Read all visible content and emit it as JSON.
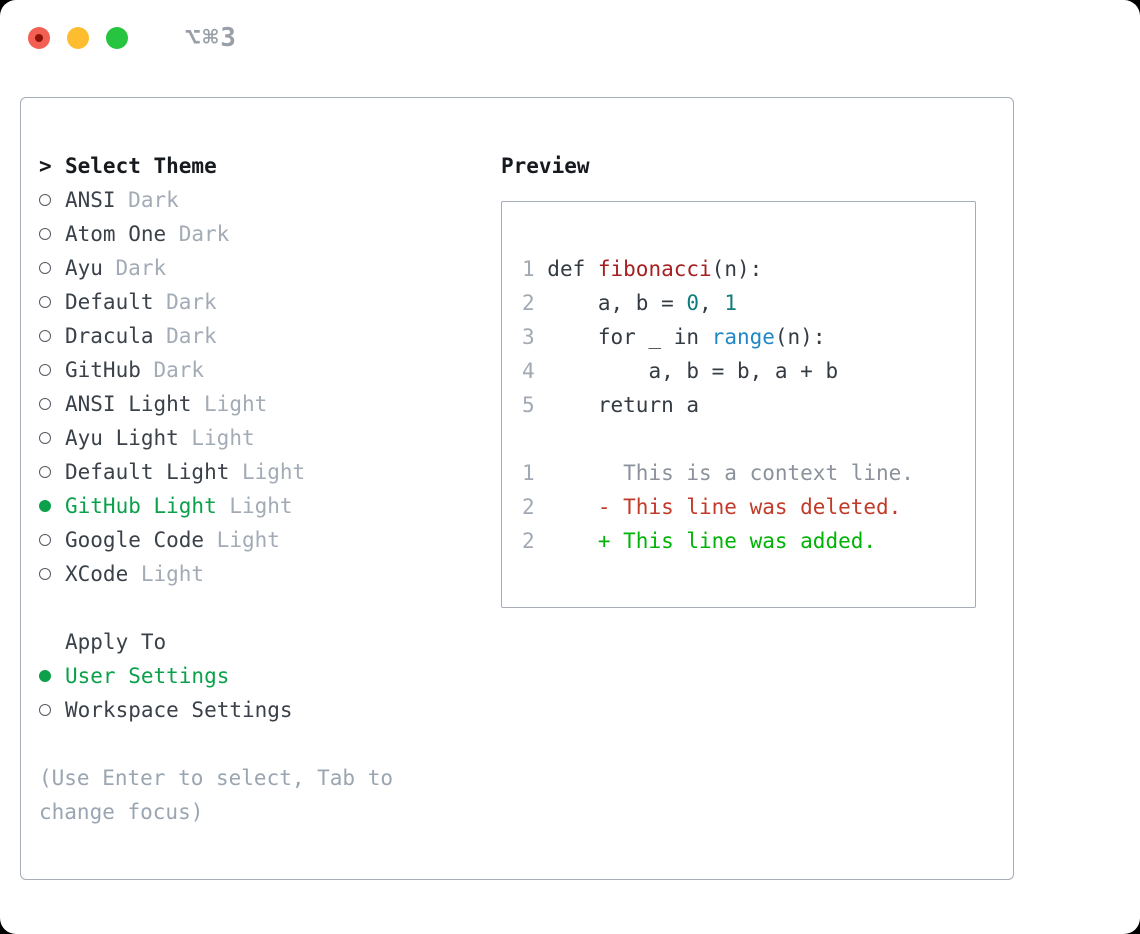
{
  "window": {
    "title": "⌥⌘3",
    "traffic_lights": [
      "close",
      "minimize",
      "zoom"
    ]
  },
  "theme_picker": {
    "prompt": ">",
    "title": "Select Theme",
    "items": [
      {
        "name": "ANSI",
        "variant": "Dark",
        "selected": false
      },
      {
        "name": "Atom One",
        "variant": "Dark",
        "selected": false
      },
      {
        "name": "Ayu",
        "variant": "Dark",
        "selected": false
      },
      {
        "name": "Default",
        "variant": "Dark",
        "selected": false
      },
      {
        "name": "Dracula",
        "variant": "Dark",
        "selected": false
      },
      {
        "name": "GitHub",
        "variant": "Dark",
        "selected": false
      },
      {
        "name": "ANSI Light",
        "variant": "Light",
        "selected": false
      },
      {
        "name": "Ayu Light",
        "variant": "Light",
        "selected": false
      },
      {
        "name": "Default Light",
        "variant": "Light",
        "selected": false
      },
      {
        "name": "GitHub Light",
        "variant": "Light",
        "selected": true
      },
      {
        "name": "Google Code",
        "variant": "Light",
        "selected": false
      },
      {
        "name": "XCode",
        "variant": "Light",
        "selected": false
      }
    ]
  },
  "apply_to": {
    "title": "Apply To",
    "options": [
      {
        "label": "User Settings",
        "selected": true
      },
      {
        "label": "Workspace Settings",
        "selected": false
      }
    ]
  },
  "hint": {
    "line1": "(Use Enter to select, Tab to",
    "line2": "change focus)"
  },
  "preview": {
    "title": "Preview",
    "code_lines": [
      {
        "num": "1",
        "segments": [
          {
            "t": "def ",
            "c": "code"
          },
          {
            "t": "fibonacci",
            "c": "func"
          },
          {
            "t": "(n):",
            "c": "code"
          }
        ]
      },
      {
        "num": "2",
        "segments": [
          {
            "t": "    a, b = ",
            "c": "code"
          },
          {
            "t": "0",
            "c": "number"
          },
          {
            "t": ", ",
            "c": "code"
          },
          {
            "t": "1",
            "c": "number"
          }
        ]
      },
      {
        "num": "3",
        "segments": [
          {
            "t": "    for _ in ",
            "c": "code"
          },
          {
            "t": "range",
            "c": "builtin"
          },
          {
            "t": "(n):",
            "c": "code"
          }
        ]
      },
      {
        "num": "4",
        "segments": [
          {
            "t": "        a, b = b, a + b",
            "c": "code"
          }
        ]
      },
      {
        "num": "5",
        "segments": [
          {
            "t": "    return a",
            "c": "code"
          }
        ]
      },
      {
        "num": "",
        "segments": []
      },
      {
        "num": "1",
        "segments": [
          {
            "t": "      This is a context line.",
            "c": "context"
          }
        ]
      },
      {
        "num": "2",
        "segments": [
          {
            "t": "    - This line was deleted.",
            "c": "deleted"
          }
        ]
      },
      {
        "num": "2",
        "segments": [
          {
            "t": "    + This line was added.",
            "c": "added"
          }
        ]
      }
    ]
  },
  "colors": {
    "accent_green": "#0ba14b",
    "added_green": "#01b306",
    "deleted_red": "#c23a29",
    "function_red": "#a52020",
    "number_teal": "#0f7d7d",
    "builtin_blue": "#2187c7",
    "heading_dark": "#16191d",
    "text_dark": "#3a4149",
    "code_dark": "#343b42",
    "muted_gray": "#a2abb6",
    "hint_gray": "#9aa5b2",
    "context_gray": "#8b929b",
    "line_number_gray": "#a0a9b4",
    "frame_gray": "#a6adb7",
    "ring_gray": "#555b63",
    "title_gray": "#999fa6",
    "traffic_red": "#f45f53",
    "traffic_red_dot": "#8e1207",
    "traffic_yellow": "#fdbd2e",
    "traffic_green": "#27c53f"
  }
}
